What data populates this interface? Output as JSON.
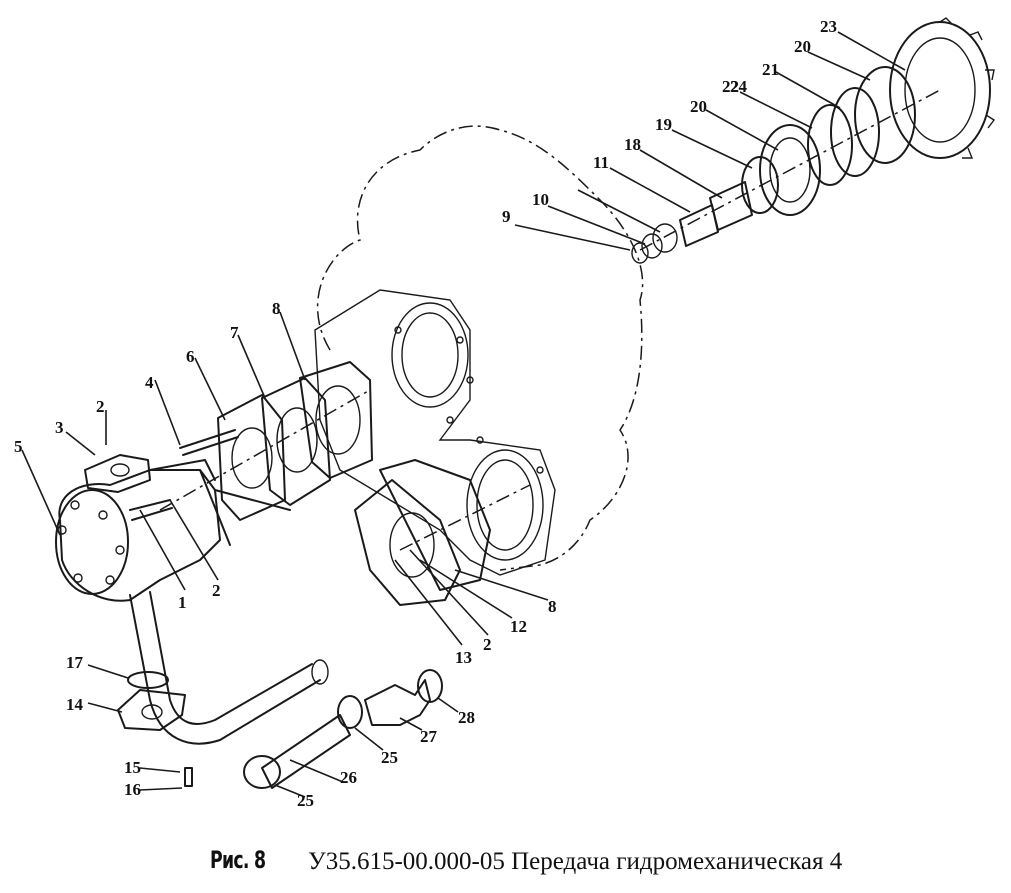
{
  "figure": {
    "label": "Рис. 8",
    "title": "У35.615-00.000-05 Передача гидромеханическая 4"
  },
  "callouts": [
    "1",
    "2",
    "2",
    "2",
    "3",
    "4",
    "5",
    "6",
    "7",
    "8",
    "8",
    "9",
    "10",
    "11",
    "12",
    "13",
    "14",
    "15",
    "16",
    "17",
    "18",
    "19",
    "20",
    "20",
    "21",
    "22",
    "23",
    "24",
    "25",
    "25",
    "26",
    "27",
    "28"
  ],
  "parts": [
    {
      "id": "pump-body",
      "ref": "1"
    },
    {
      "id": "gear",
      "ref": "22"
    },
    {
      "id": "bearing",
      "ref": "20"
    },
    {
      "id": "pipe",
      "ref": "26"
    }
  ]
}
